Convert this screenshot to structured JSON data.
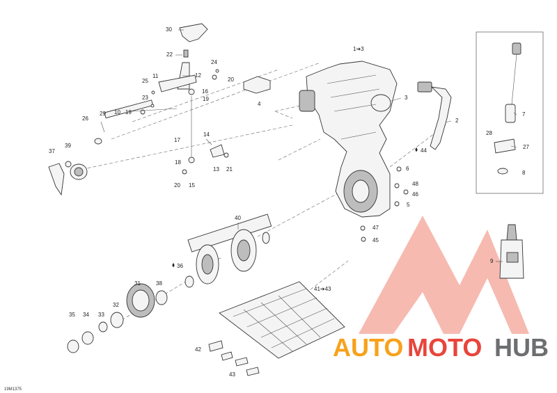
{
  "diagram_code": "19M1375",
  "labels": [
    {
      "id": "p30",
      "text": "30"
    },
    {
      "id": "p22",
      "text": "22"
    },
    {
      "id": "p24",
      "text": "24"
    },
    {
      "id": "p20a",
      "text": "20"
    },
    {
      "id": "p12",
      "text": "12"
    },
    {
      "id": "p11",
      "text": "11"
    },
    {
      "id": "p25",
      "text": "25"
    },
    {
      "id": "p23",
      "text": "23"
    },
    {
      "id": "p16",
      "text": "16"
    },
    {
      "id": "p19a",
      "text": "19"
    },
    {
      "id": "p19b",
      "text": "19"
    },
    {
      "id": "p10",
      "text": "10"
    },
    {
      "id": "p29",
      "text": "29"
    },
    {
      "id": "p26",
      "text": "26"
    },
    {
      "id": "p4",
      "text": "4"
    },
    {
      "id": "p1to3",
      "text": "1➔3"
    },
    {
      "id": "p3",
      "text": "3"
    },
    {
      "id": "p2",
      "text": "2"
    },
    {
      "id": "p44",
      "text": "44"
    },
    {
      "id": "p17",
      "text": "17"
    },
    {
      "id": "p14",
      "text": "14"
    },
    {
      "id": "p18",
      "text": "18"
    },
    {
      "id": "p13",
      "text": "13"
    },
    {
      "id": "p21",
      "text": "21"
    },
    {
      "id": "p20b",
      "text": "20"
    },
    {
      "id": "p15",
      "text": "15"
    },
    {
      "id": "p37",
      "text": "37"
    },
    {
      "id": "p39",
      "text": "39"
    },
    {
      "id": "p6",
      "text": "6"
    },
    {
      "id": "p48",
      "text": "48"
    },
    {
      "id": "p46",
      "text": "46"
    },
    {
      "id": "p5",
      "text": "5"
    },
    {
      "id": "p7",
      "text": "7"
    },
    {
      "id": "p28",
      "text": "28"
    },
    {
      "id": "p27",
      "text": "27"
    },
    {
      "id": "p8",
      "text": "8"
    },
    {
      "id": "p40",
      "text": "40"
    },
    {
      "id": "p47",
      "text": "47"
    },
    {
      "id": "p45",
      "text": "45"
    },
    {
      "id": "p36",
      "text": "36"
    },
    {
      "id": "p31",
      "text": "31"
    },
    {
      "id": "p38",
      "text": "38"
    },
    {
      "id": "p32",
      "text": "32"
    },
    {
      "id": "p35",
      "text": "35"
    },
    {
      "id": "p34",
      "text": "34"
    },
    {
      "id": "p33",
      "text": "33"
    },
    {
      "id": "p41to43",
      "text": "41➔43"
    },
    {
      "id": "p42",
      "text": "42"
    },
    {
      "id": "p43",
      "text": "43"
    },
    {
      "id": "p9",
      "text": "9"
    }
  ],
  "watermark": {
    "word_part1": "AUTO",
    "word_part2": "MOTO",
    "word_part3": "HUB",
    "color_orange": "#f7a21c",
    "color_red": "#e8453c",
    "color_grey": "#6d6e70"
  }
}
